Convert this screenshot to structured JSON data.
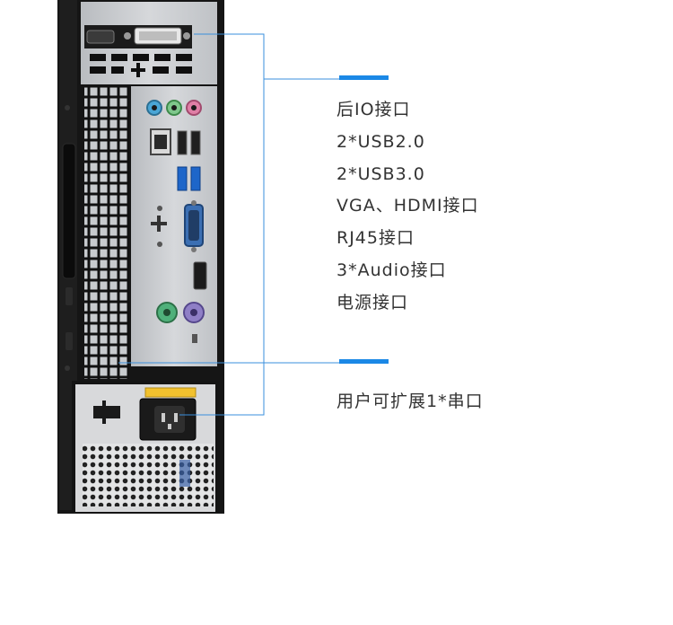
{
  "io_section": {
    "accent_color": "#1b88e6",
    "items": [
      "后IO接口",
      "2*USB2.0",
      "2*USB3.0",
      "VGA、HDMI接口",
      "RJ45接口",
      "3*Audio接口",
      "电源接口"
    ]
  },
  "serial_section": {
    "accent_color": "#1b88e6",
    "items": [
      "用户可扩展1*串口"
    ]
  },
  "colors": {
    "leader_line": "#3a8fdc",
    "chassis_black": "#141414",
    "panel_metal": "#c9ccd0",
    "audio_blue": "#4aa6d6",
    "audio_green": "#7fc88c",
    "audio_pink": "#e07fa6",
    "usb3_blue": "#1e66c9",
    "vga_blue": "#3b6fb3",
    "ps2_green": "#4fb07a",
    "ps2_purple": "#8f7fc6",
    "warning_label": "#f2c12e"
  }
}
